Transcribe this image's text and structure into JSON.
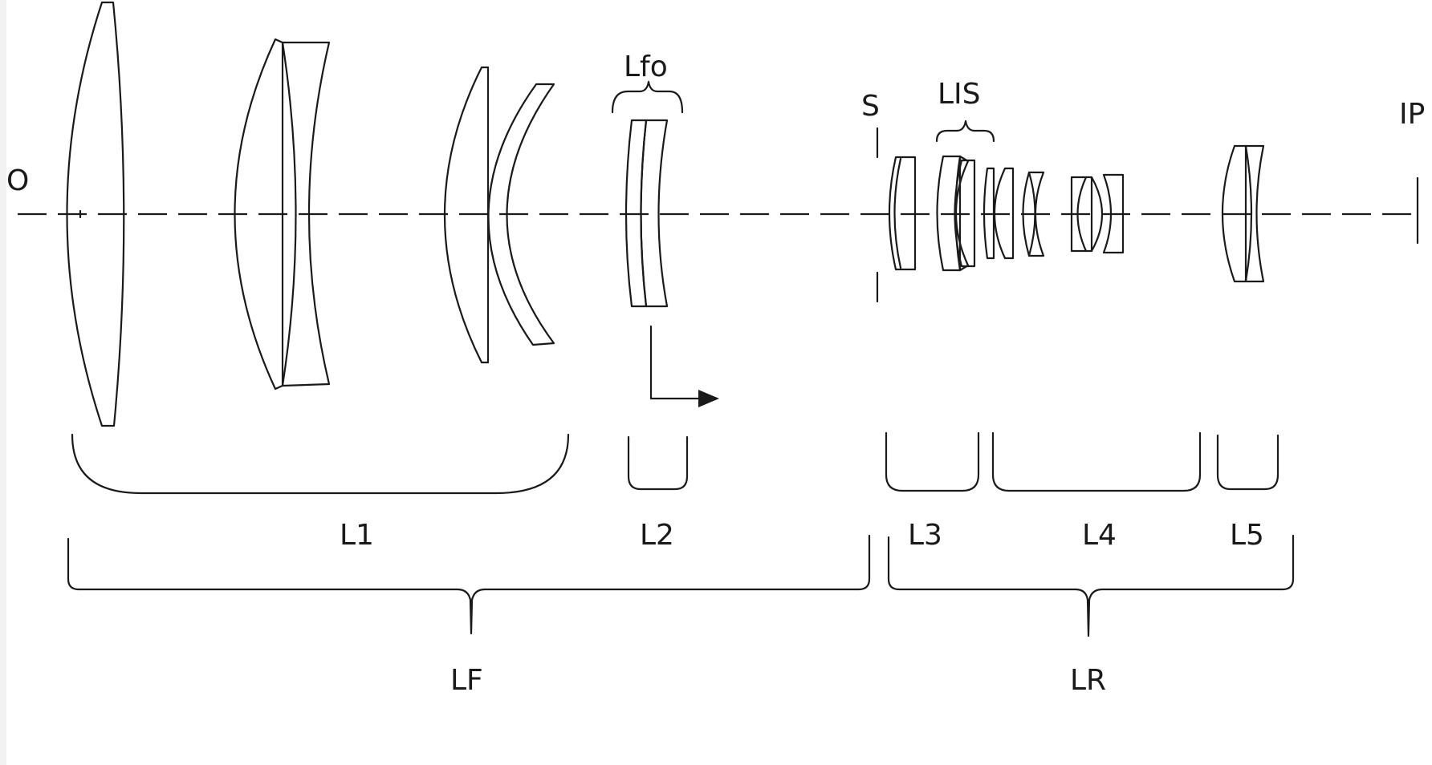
{
  "labels": {
    "object": "O",
    "image_plane": "IP",
    "stop": "S",
    "focus_group": "Lfo",
    "is_group": "LIS",
    "g1": "L1",
    "g2": "L2",
    "g3": "L3",
    "g4": "L4",
    "g5": "L5",
    "front": "LF",
    "rear": "LR"
  },
  "colors": {
    "line": "#1a1a1a",
    "frame": "#ffffff",
    "border": "#f2f2f2"
  }
}
